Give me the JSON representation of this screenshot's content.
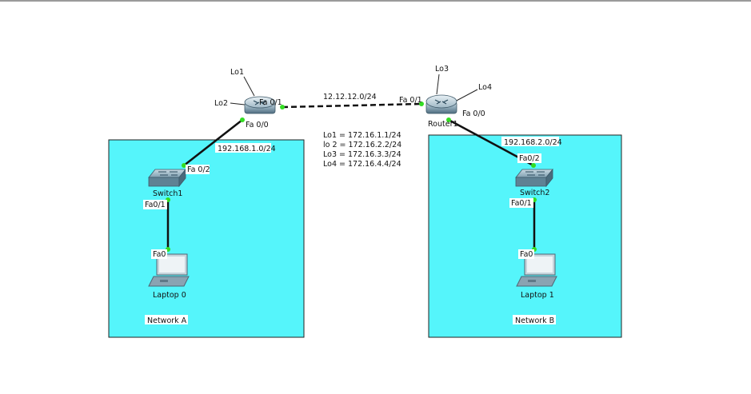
{
  "colors": {
    "network_fill": "#55f5fb",
    "link": "#111111",
    "port_dot": "#33dd22"
  },
  "networks": {
    "a": {
      "label": "Network A",
      "subnet": "192.168.1.0/24"
    },
    "b": {
      "label": "Network B",
      "subnet": "192.168.2.0/24"
    }
  },
  "wan_subnet": "12.12.12.0/24",
  "loopbacks": [
    "Lo1 = 172.16.1.1/24",
    "lo 2 = 172.16.2.2/24",
    "Lo3 = 172.16.3.3/24",
    "Lo4 = 172.16.4.4/24"
  ],
  "devices": {
    "router0": {
      "icon": "router-icon",
      "lo_a": "Lo1",
      "lo_b": "Lo2",
      "wan_port": "Fa 0/1",
      "lan_port": "Fa 0/0"
    },
    "router1": {
      "name": "Router1",
      "icon": "router-icon",
      "lo_a": "Lo3",
      "lo_b": "Lo4",
      "wan_port": "Fa 0/1",
      "lan_port": "Fa 0/0"
    },
    "switch1": {
      "name": "Switch1",
      "icon": "switch-icon",
      "up_port": "Fa 0/2",
      "down_port": "Fa0/1"
    },
    "switch2": {
      "name": "Switch2",
      "icon": "switch-icon",
      "up_port": "Fa0/2",
      "down_port": "Fa0/1"
    },
    "laptop0": {
      "name": "Laptop 0",
      "icon": "laptop-icon",
      "port": "Fa0"
    },
    "laptop1": {
      "name": "Laptop 1",
      "icon": "laptop-icon",
      "port": "Fa0"
    }
  }
}
